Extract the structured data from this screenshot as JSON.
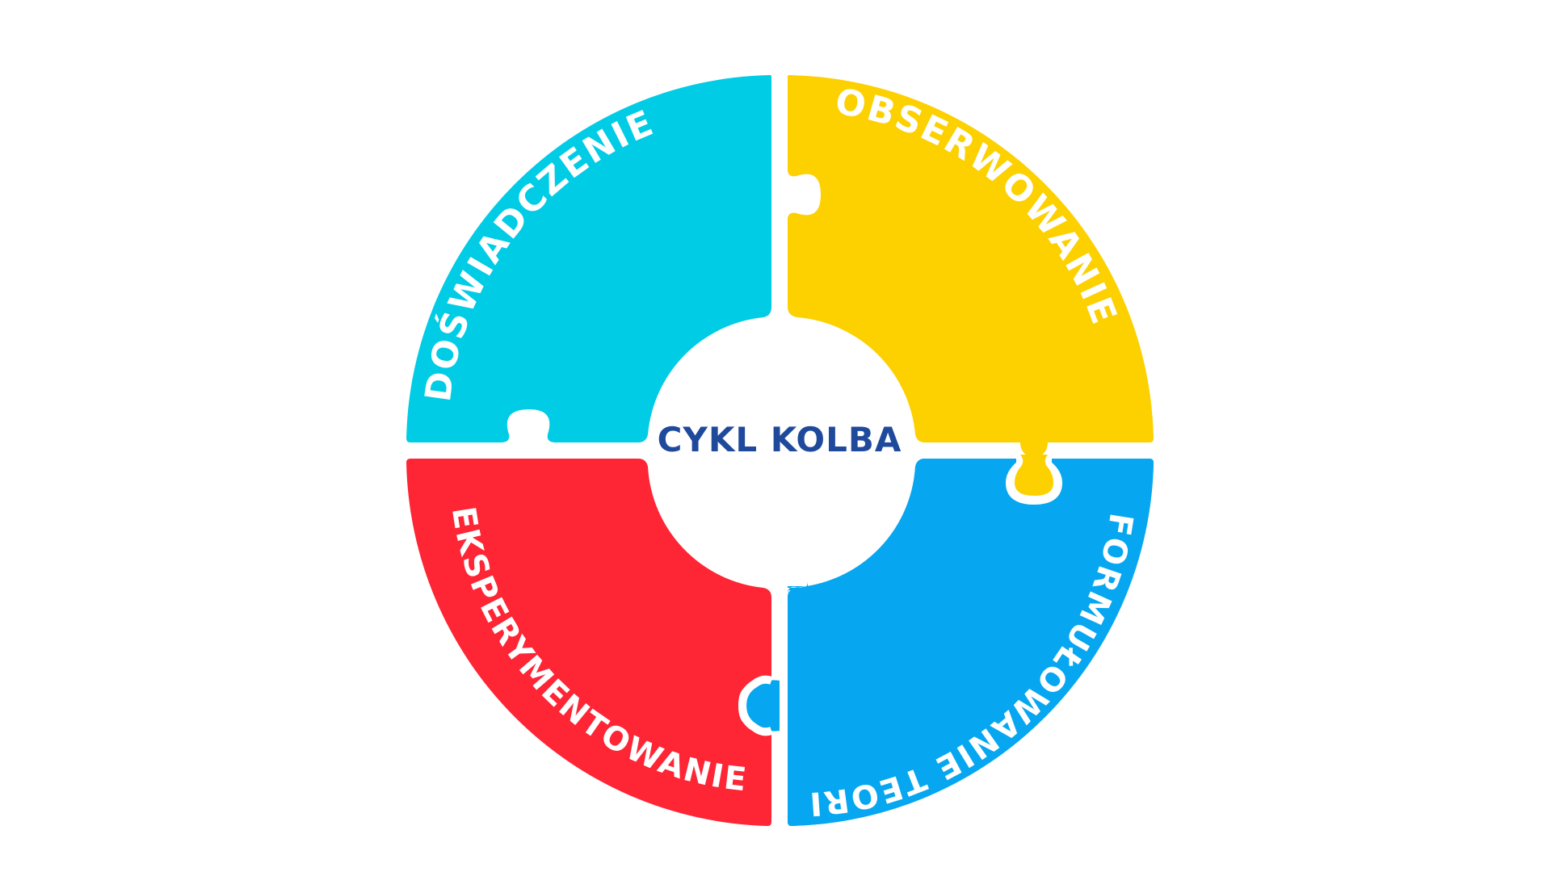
{
  "diagram": {
    "center_title": "CYKL KOLBA",
    "segments": [
      {
        "id": "top-left",
        "label": "DOŚWIADCZENIE",
        "color": "#00cce6"
      },
      {
        "id": "top-right",
        "label": "OBSERWOWANIE",
        "color": "#fdd000"
      },
      {
        "id": "bottom-right",
        "label": "FORMUŁOWANIE TEORII",
        "color": "#06a7f0"
      },
      {
        "id": "bottom-left",
        "label": "EKSPERYMENTOWANIE",
        "color": "#fe2535"
      }
    ]
  }
}
